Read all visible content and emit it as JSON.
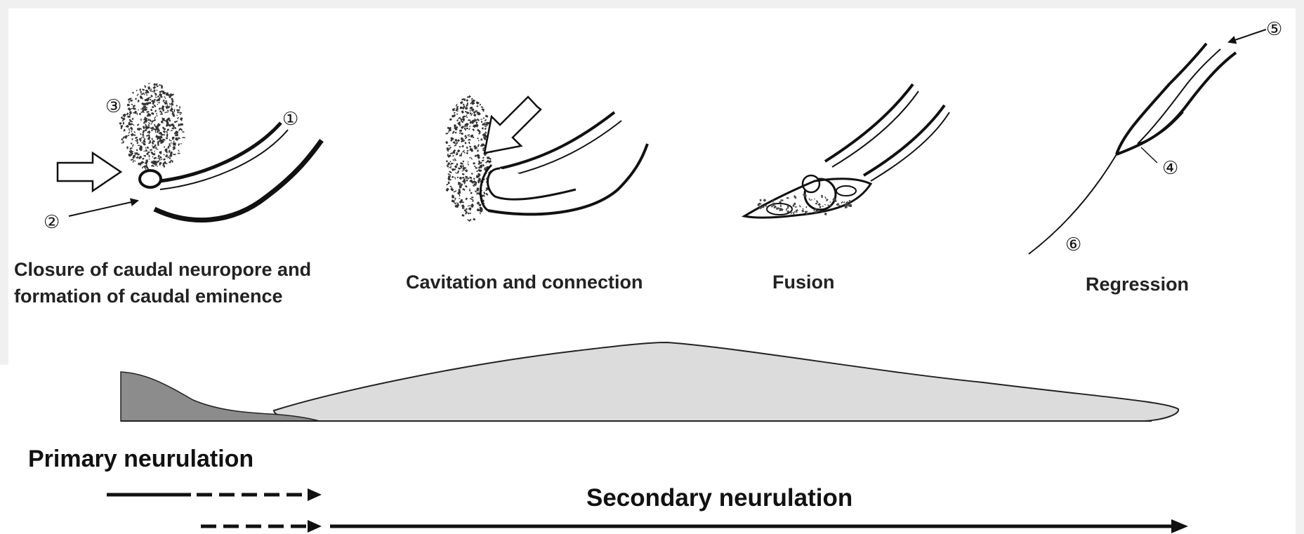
{
  "stages": [
    {
      "label_line1": "Closure of caudal neuropore and",
      "label_line2": "formation of caudal eminence"
    },
    {
      "label": "Cavitation and connection"
    },
    {
      "label": "Fusion"
    },
    {
      "label": "Regression"
    }
  ],
  "markers": [
    "①",
    "②",
    "③",
    "④",
    "⑤",
    "⑥"
  ],
  "phases": {
    "primary": "Primary neurulation",
    "secondary": "Secondary neurulation"
  },
  "colors": {
    "primary_area": "#8c8c8c",
    "secondary_area": "#dcdcdc",
    "line": "#111111"
  }
}
